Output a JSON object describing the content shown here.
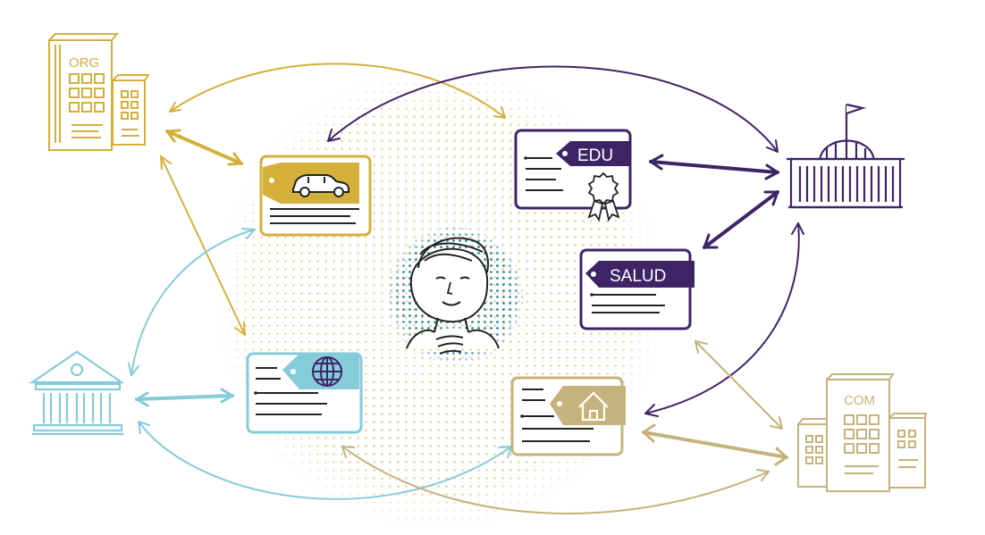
{
  "colors": {
    "gold": "#d4b03a",
    "purple": "#3e2466",
    "teal": "#86cbd9",
    "tan": "#c6b27c",
    "ink": "#222222",
    "dots": "#e4d29b"
  },
  "entities": {
    "org": {
      "label": "ORG",
      "icon": "office-building-icon"
    },
    "com": {
      "label": "COM",
      "icon": "office-building-icon"
    },
    "government": {
      "icon": "capitol-building-icon"
    },
    "bank": {
      "icon": "bank-building-icon"
    },
    "person": {
      "icon": "person-portrait-icon"
    }
  },
  "cards": {
    "vehicle": {
      "icon": "car-icon"
    },
    "education": {
      "label": "EDU",
      "icon": "award-seal-icon"
    },
    "health": {
      "label": "SALUD"
    },
    "global": {
      "icon": "globe-icon"
    },
    "housing": {
      "icon": "house-icon"
    }
  }
}
